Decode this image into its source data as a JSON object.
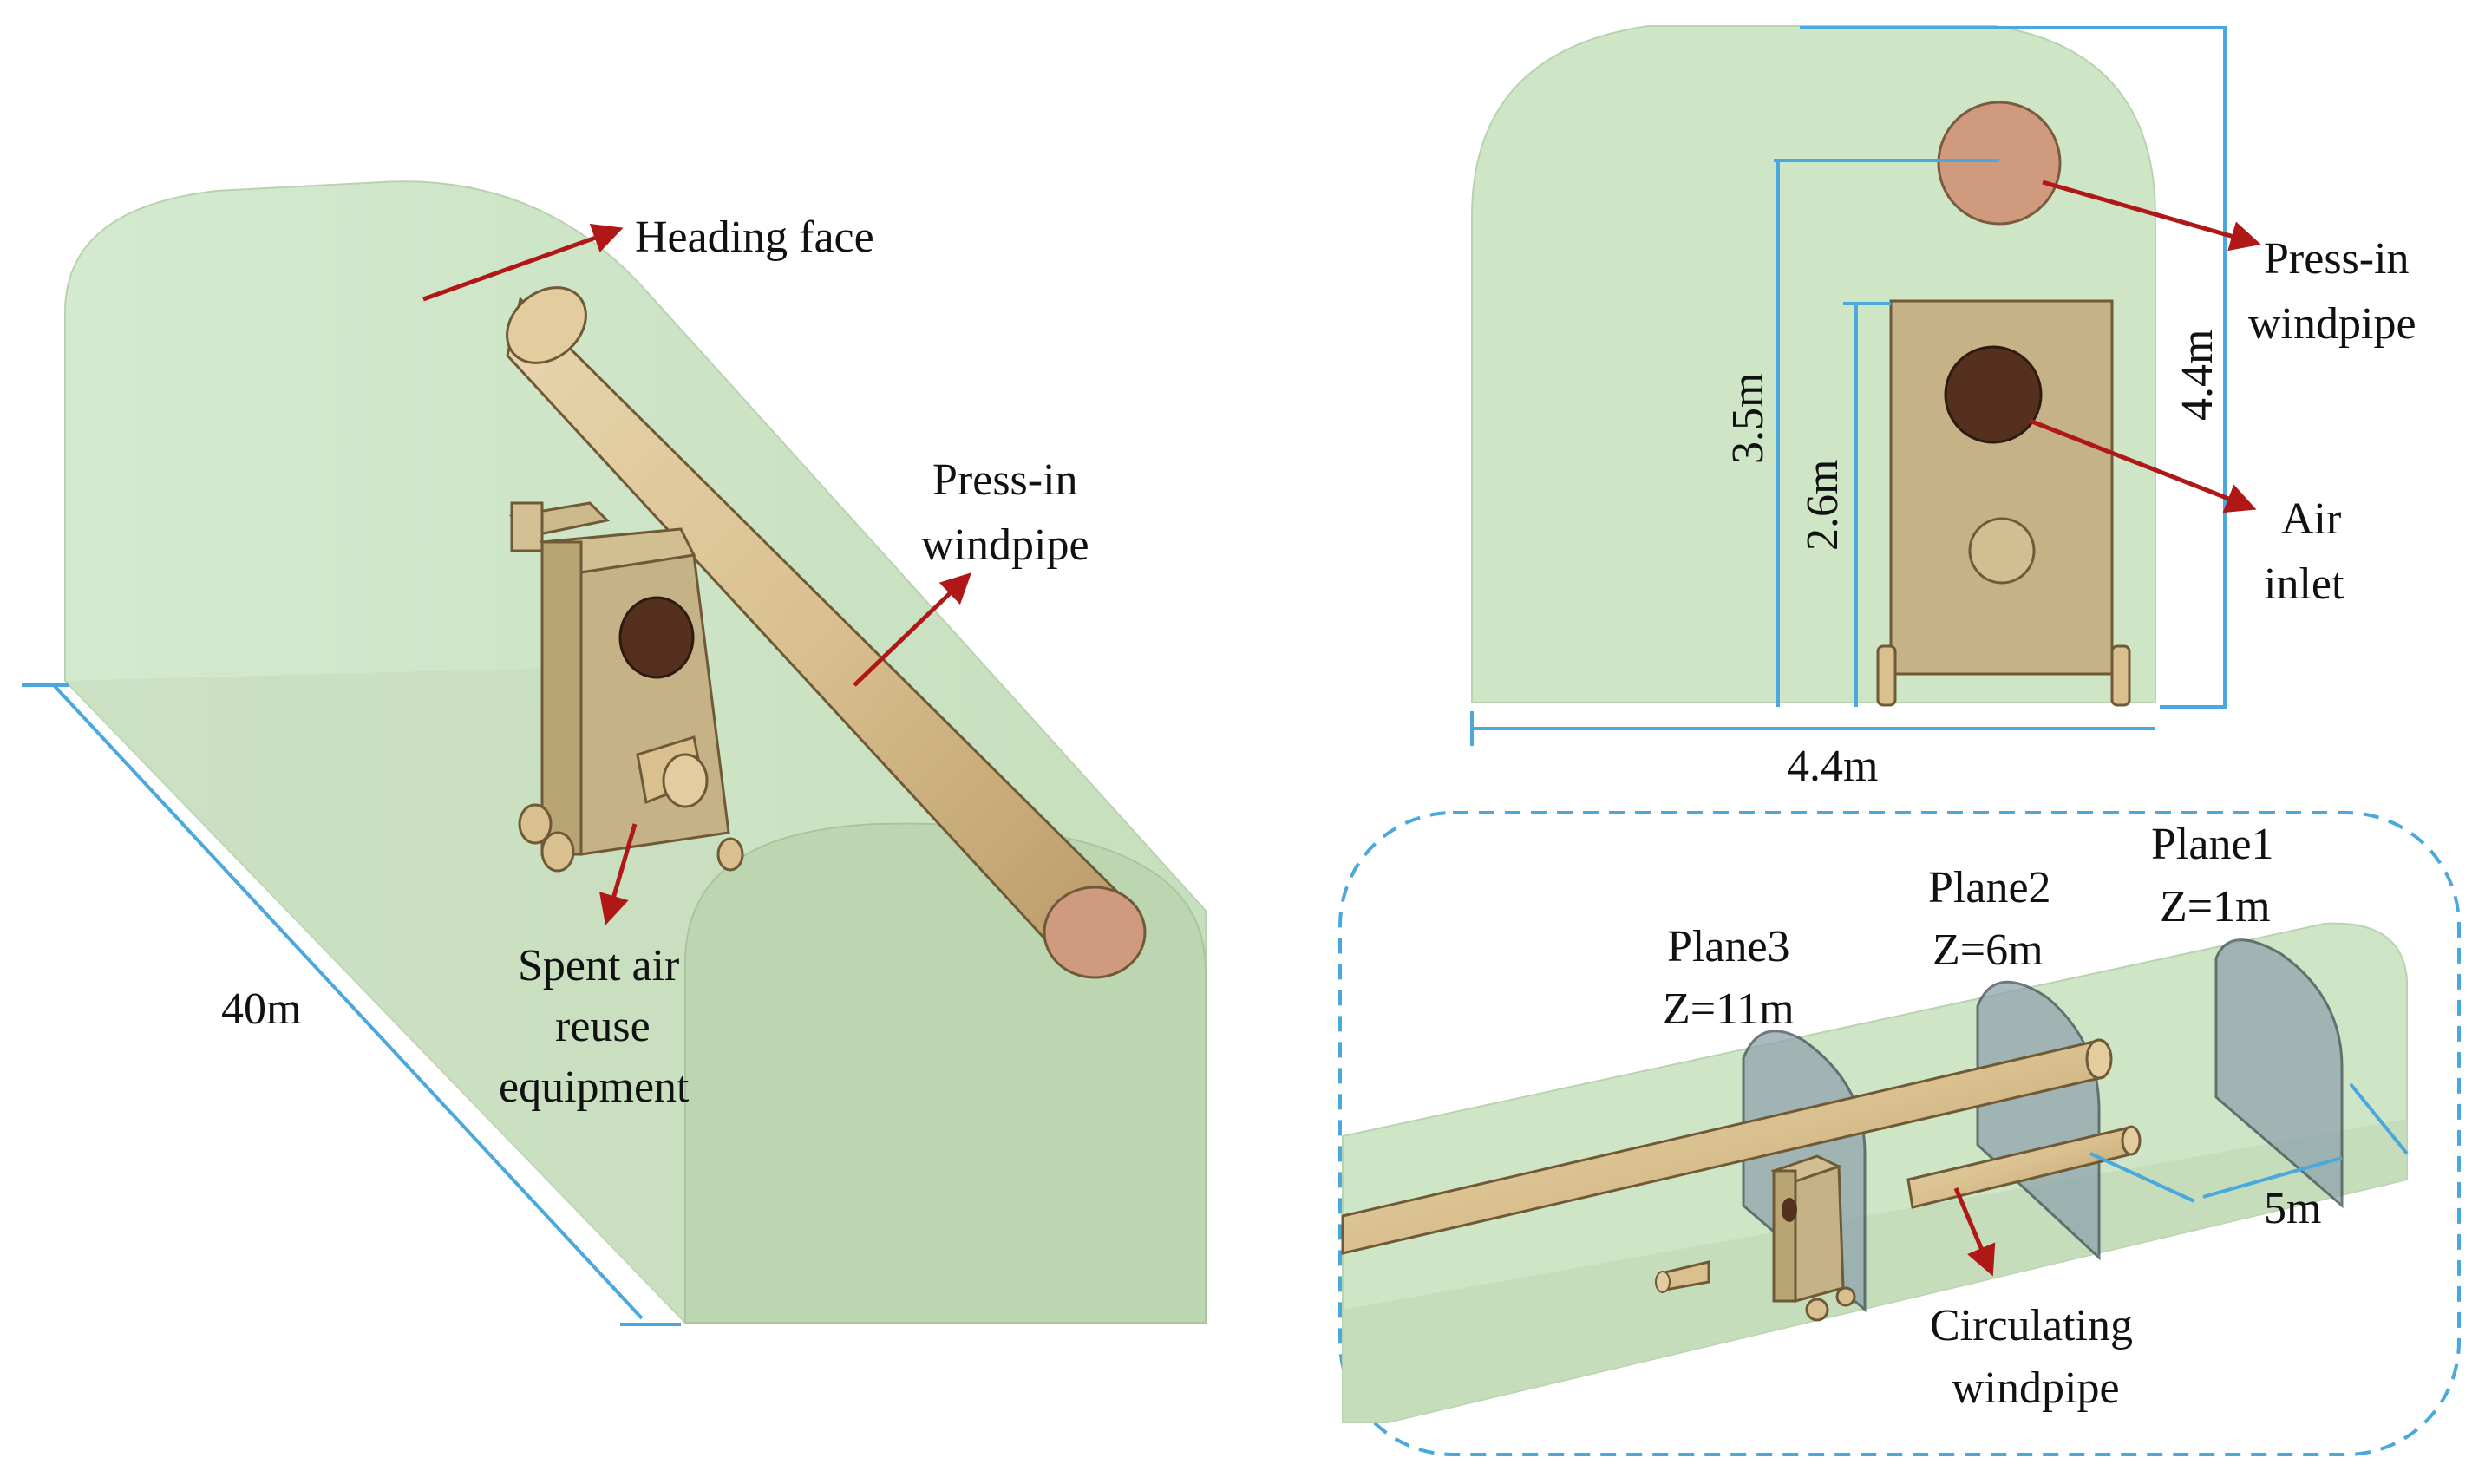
{
  "colors": {
    "tunnel_fill": "#cfe6c6",
    "tunnel_shade": "#bcd7b2",
    "pipe": "#d9c08e",
    "pipe_end": "#cf9a7e",
    "equipment": "#c5b286",
    "hole_dark": "#55301f",
    "arrow": "#b01818",
    "dimension": "#4aa8dc",
    "plane": "#8fa4ad"
  },
  "labels": {
    "heading_face": "Heading face",
    "press_in_1": "Press-in",
    "press_in_2": "windpipe",
    "spent_1": "Spent air",
    "spent_2": "reuse",
    "spent_3": "equipment",
    "length_40m": "40m",
    "front_press_1": "Press-in",
    "front_press_2": "windpipe",
    "air_1": "Air",
    "air_2": "inlet",
    "dim_3_5m": "3.5m",
    "dim_2_6m": "2.6m",
    "dim_4_4m_v": "4.4m",
    "dim_4_4m_h": "4.4m",
    "plane1_name": "Plane1",
    "plane1_z": "Z=1m",
    "plane2_name": "Plane2",
    "plane2_z": "Z=6m",
    "plane3_name": "Plane3",
    "plane3_z": "Z=11m",
    "spacing_5m": "5m",
    "circ_1": "Circulating",
    "circ_2": "windpipe"
  },
  "icons": [
    "arrow-head-icon"
  ]
}
